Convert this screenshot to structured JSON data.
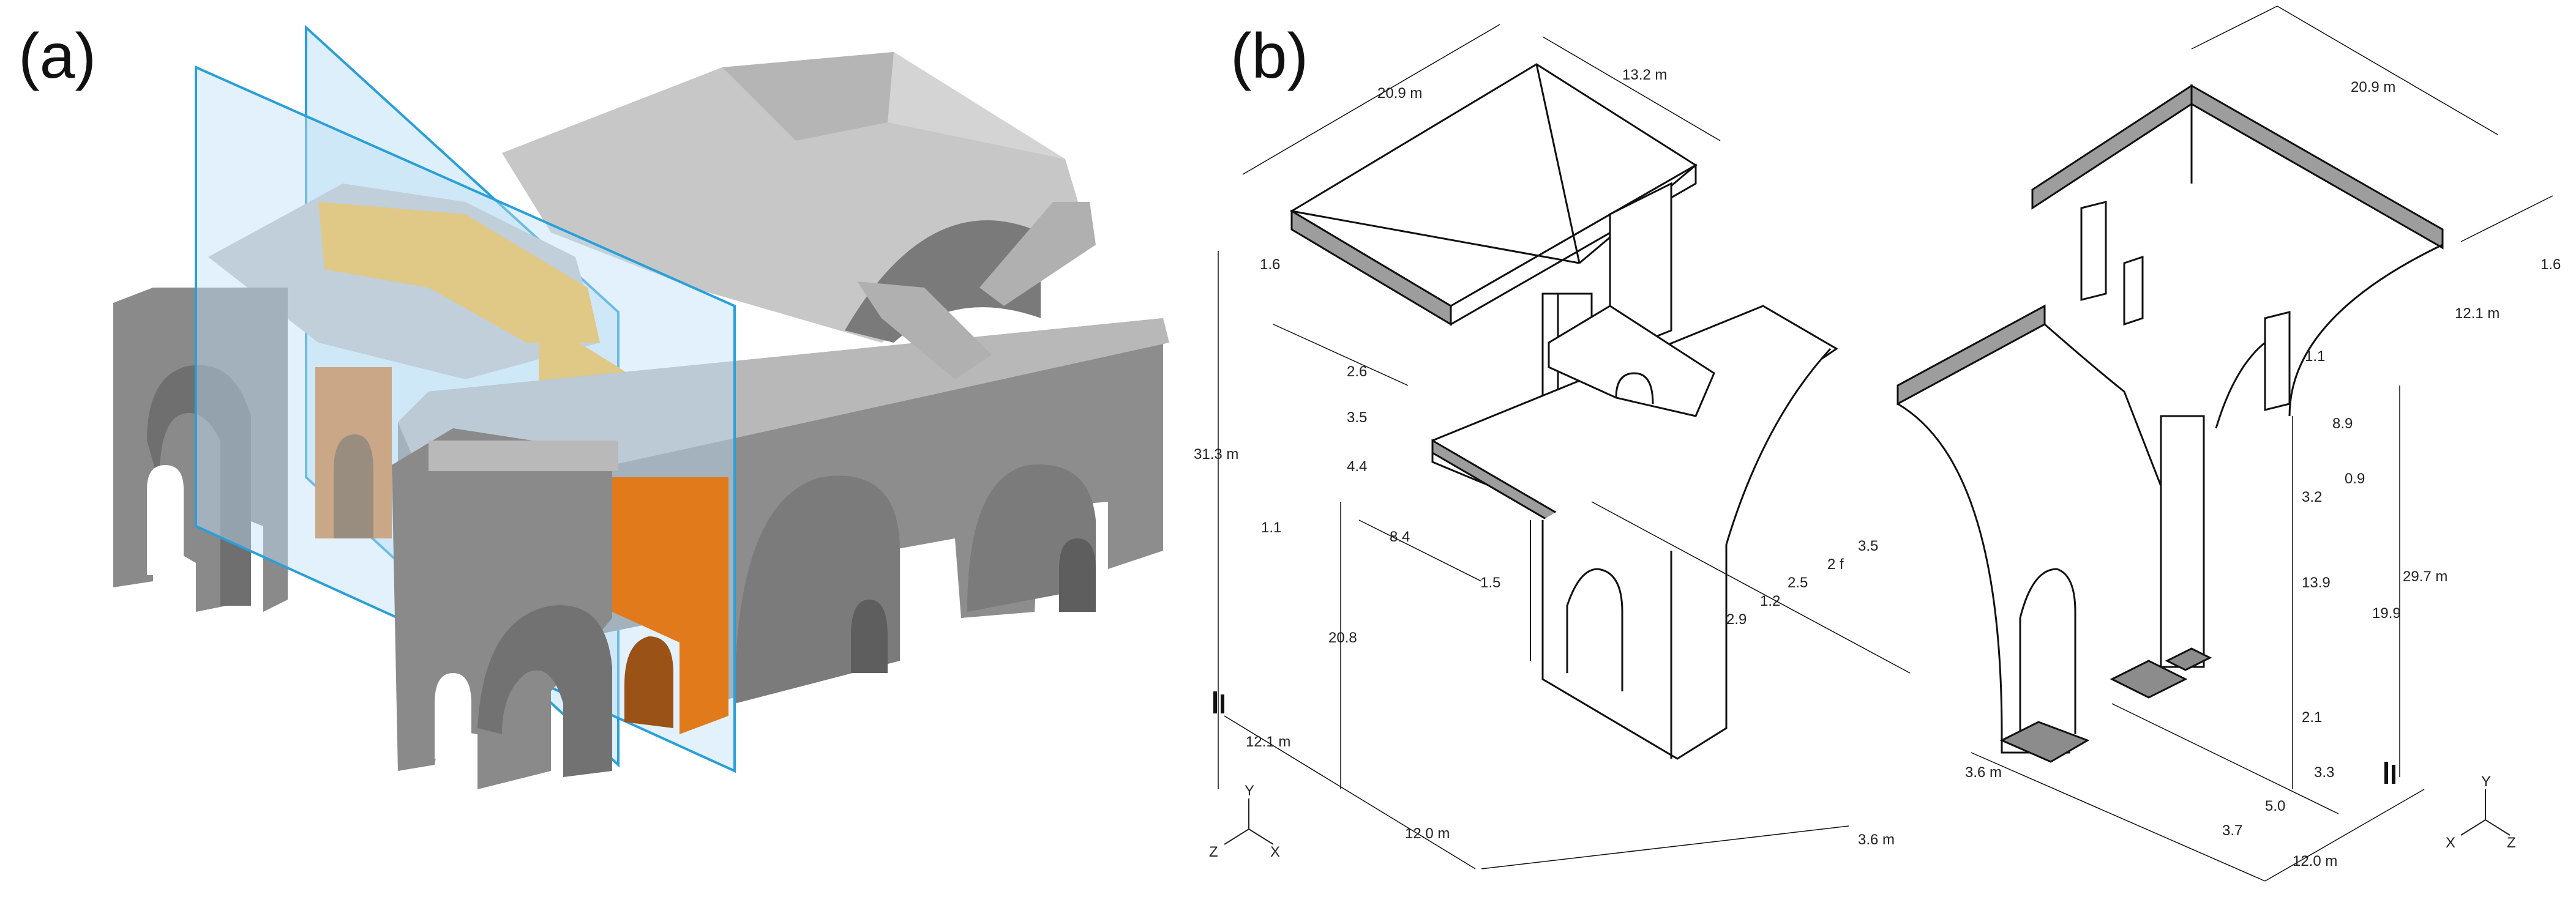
{
  "panels": {
    "a": {
      "label": "(a)"
    },
    "b": {
      "label": "(b)"
    }
  },
  "colors": {
    "masonry": "#8a8a8a",
    "masonry_light": "#c2c2c2",
    "highlight_orange": "#e07a1a",
    "highlight_yellow": "#fbb52a",
    "section_plane": "#bfe1f6",
    "section_plane_edge": "#2a9fd8",
    "grey_face": "#a8a8a8"
  },
  "left_drawing": {
    "dims": {
      "top_width": "20.9 m",
      "top_depth": "13.2 m",
      "slab": "1.6",
      "total_height": "31.3 m",
      "d26": "2.6",
      "d35": "3.5",
      "d44": "4.4",
      "d11": "1.1",
      "d84": "8.4",
      "d15": "1.5",
      "d29": "2.9",
      "d12": "1.2",
      "d25": "2.5",
      "d2f": "2 f",
      "d35b": "3.5",
      "d208": "20.8",
      "bottom_depth": "12.1 m",
      "bottom_width": "12.0 m",
      "pier": "3.6 m"
    },
    "axes": {
      "y": "Y",
      "z": "Z",
      "x": "X"
    }
  },
  "right_drawing": {
    "dims": {
      "top_width": "20.9 m",
      "slab": "1.6",
      "depth": "12.1 m",
      "d11": "1.1",
      "d89": "8.9",
      "d09": "0.9",
      "d32": "3.2",
      "d139": "13.9",
      "d199": "19.9",
      "total_height": "29.7 m",
      "d21": "2.1",
      "d33": "3.3",
      "d50": "5.0",
      "d37": "3.7",
      "bottom_width": "12.0 m",
      "pier": "3.6 m"
    },
    "axes": {
      "y": "Y",
      "x": "X",
      "z": "Z"
    }
  }
}
